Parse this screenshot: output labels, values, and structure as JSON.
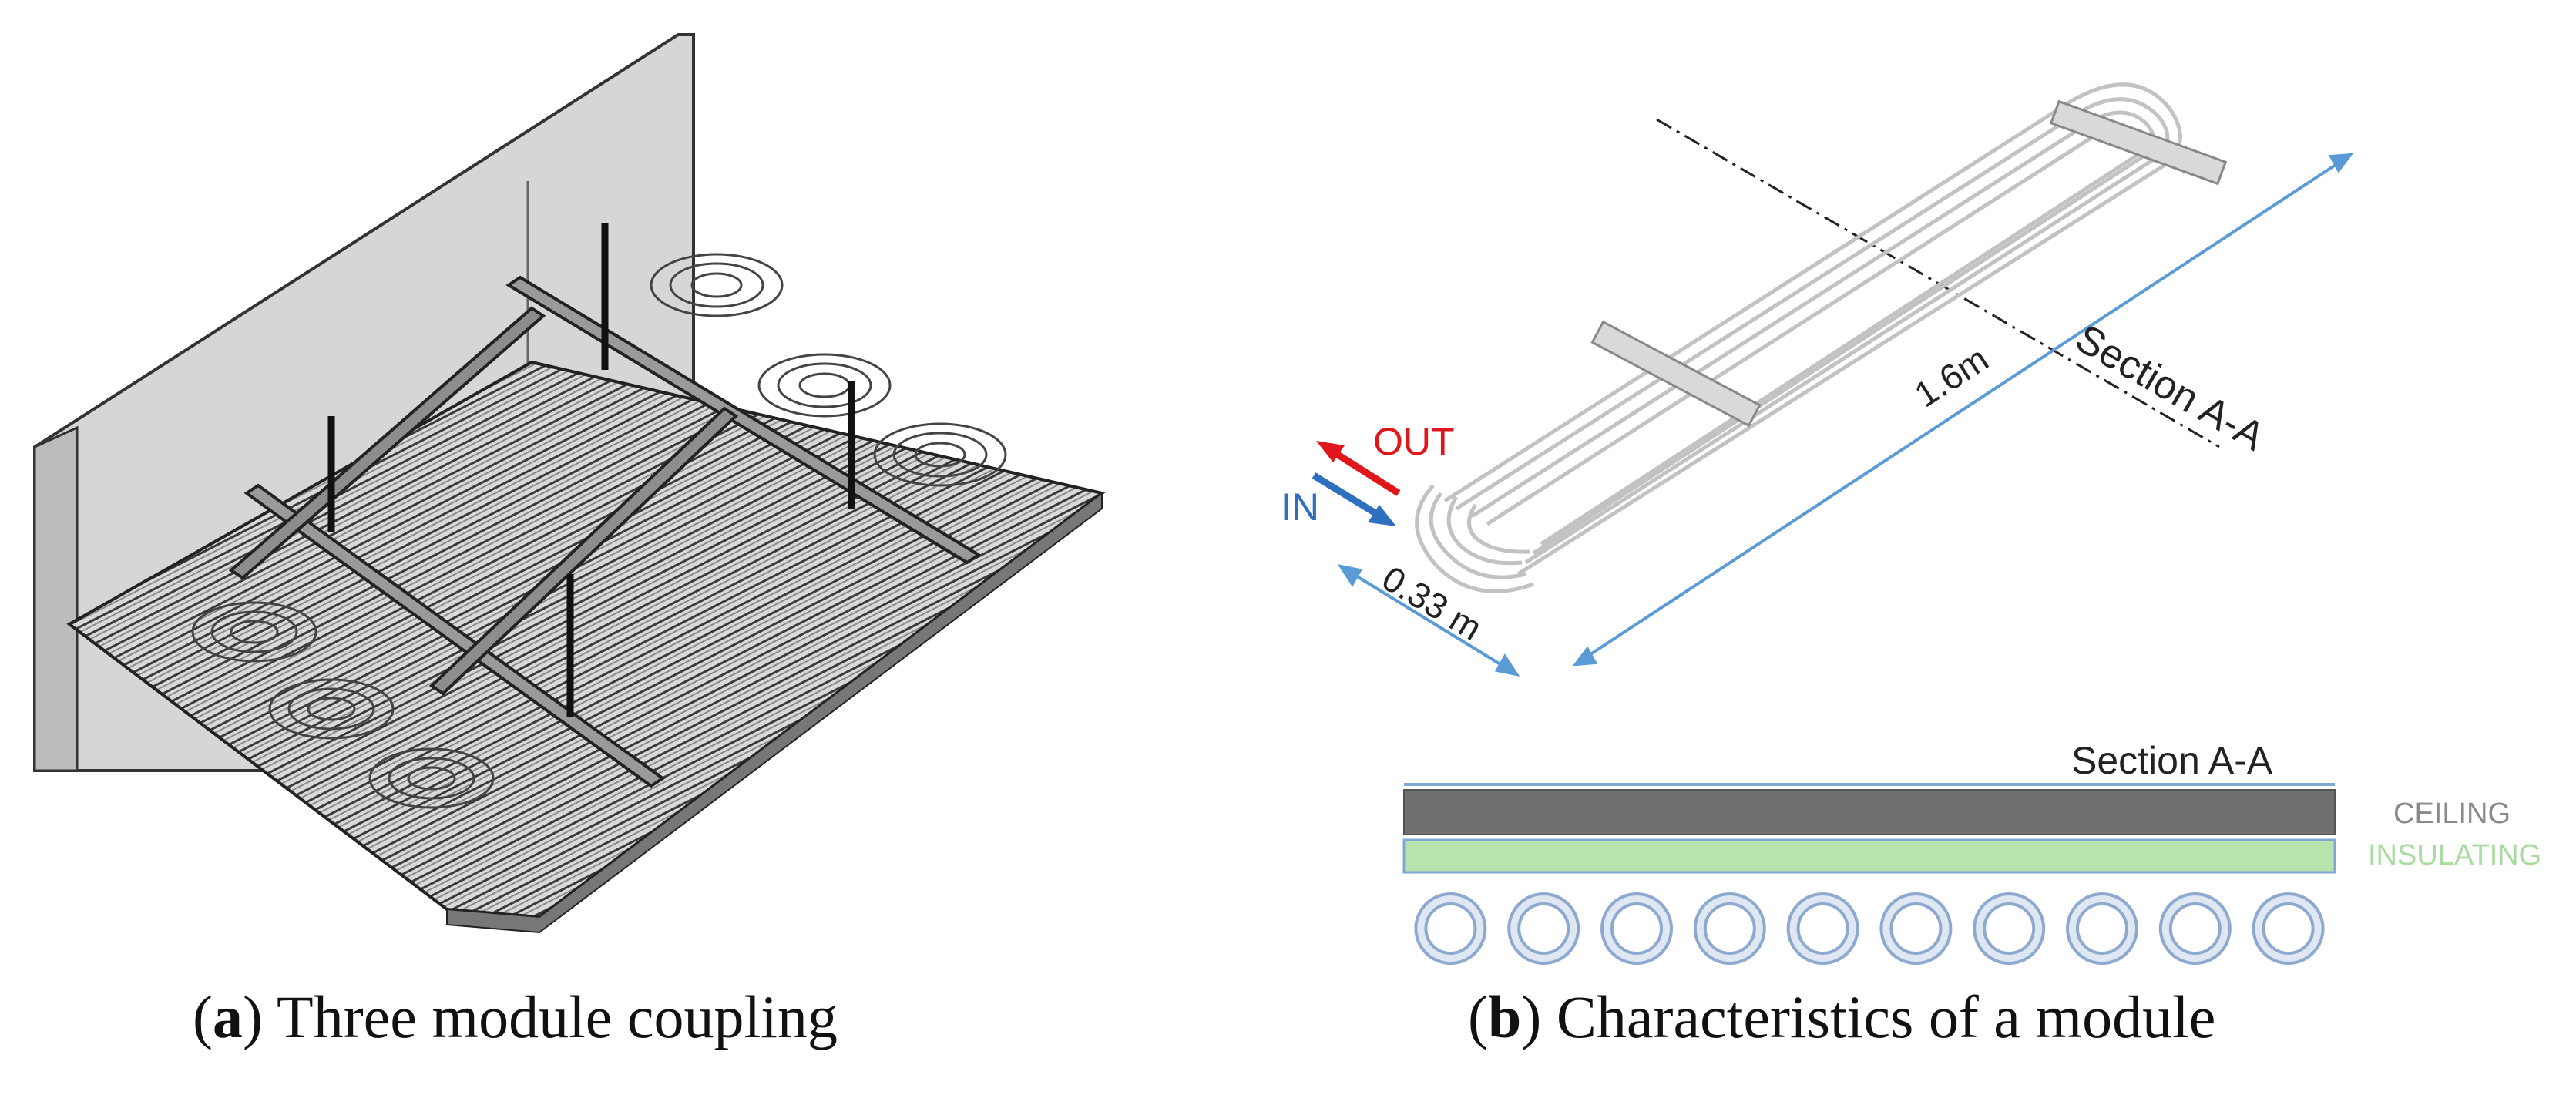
{
  "captions": {
    "a": {
      "open": "(",
      "letter": "a",
      "close": ")",
      "text": " Three module coupling"
    },
    "b": {
      "open": "(",
      "letter": "b",
      "close": ")",
      "text": " Characteristics of a module"
    }
  },
  "module": {
    "out_label": "OUT",
    "in_label": "IN",
    "length_label": "1.6m",
    "width_label": "0.33 m",
    "section_line_label": "Section A-A"
  },
  "section": {
    "title": "Section A-A",
    "layer_top": "CEILING",
    "layer_bottom": "INSULATING",
    "pipe_count": 10
  },
  "colors": {
    "out_arrow": "#e0161b",
    "in_arrow": "#2f6fc0",
    "dimension": "#5b9bd5",
    "ceiling": "#707070",
    "insulating": "#b9e3ad",
    "pipe": "#8ea9cf",
    "ceiling_label": "#8a8a8a",
    "insulating_label": "#a9dba0"
  }
}
